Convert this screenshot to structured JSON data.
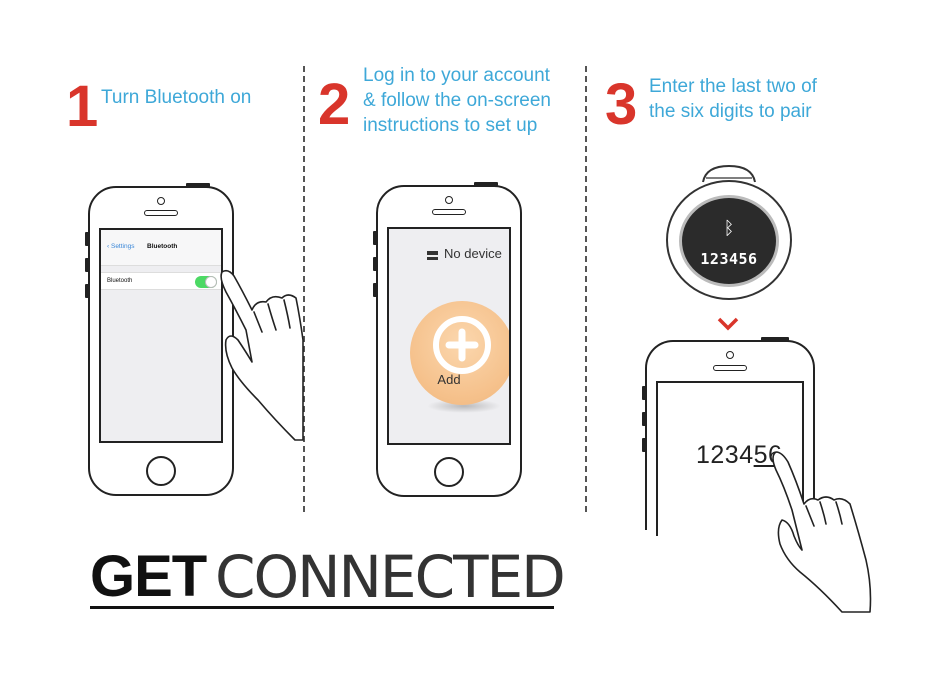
{
  "steps": [
    {
      "number": "1",
      "text_lines": [
        "Turn Bluetooth on"
      ]
    },
    {
      "number": "2",
      "text_lines": [
        "Log in to your account",
        "& follow the on-screen",
        "instructions to set up"
      ]
    },
    {
      "number": "3",
      "text_lines": [
        "Enter the last two of",
        "the six digits to pair"
      ]
    }
  ],
  "phone1": {
    "back_label": "Settings",
    "nav_title": "Bluetooth",
    "row_label": "Bluetooth",
    "toggle_on": true
  },
  "phone2": {
    "status_text": "No device",
    "add_label": "Add",
    "status_icon": "device-icon",
    "add_icon": "plus-circle-icon"
  },
  "tracker": {
    "icon": "bluetooth-icon",
    "code": "123456"
  },
  "phone3": {
    "code_prefix": "1234",
    "code_suffix": "56"
  },
  "title": {
    "bold": "GET",
    "light": "CONNECTED"
  },
  "colors": {
    "step_number": "#d9352b",
    "step_text": "#3ea8d8",
    "toggle": "#4cd964",
    "add_button": "#f5c08a",
    "arrow": "#d9352b"
  }
}
